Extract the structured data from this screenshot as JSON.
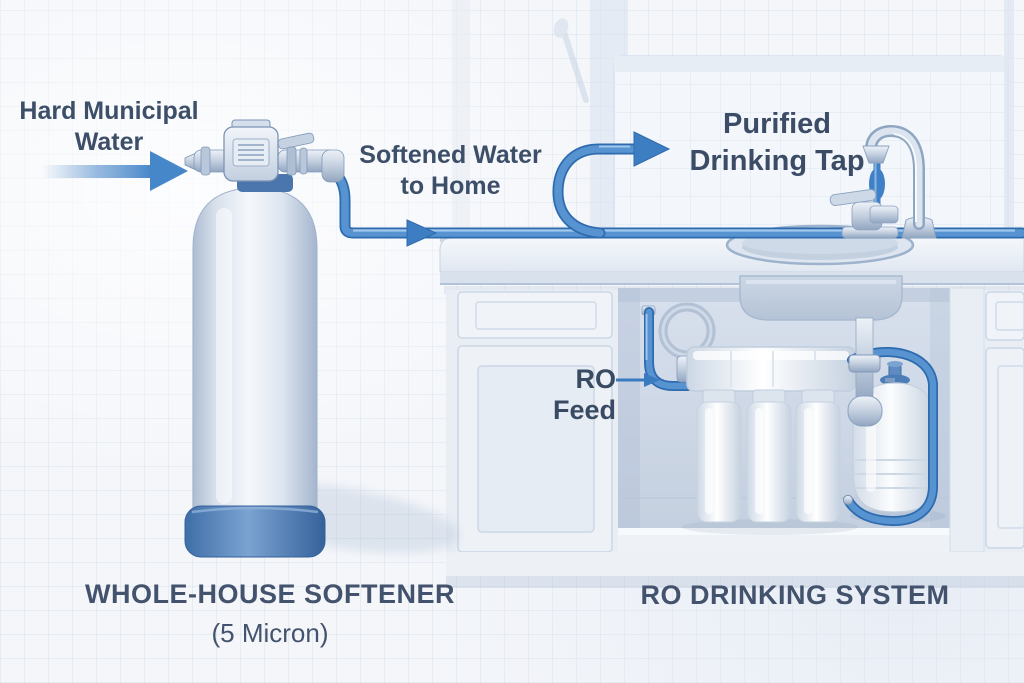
{
  "diagram": {
    "labels": {
      "hard_water": "Hard Municipal\nWater",
      "softened_water": "Softened Water\nto Home",
      "purified_tap": "Purified\nDrinking Tap",
      "ro_feed": "RO Feed",
      "softener_caption": "WHOLE-HOUSE SOFTENER",
      "softener_subcaption": "(5 Micron)",
      "ro_caption": "RO DRINKING SYSTEM"
    },
    "colors": {
      "pipe": "#5793d1",
      "pipe_outline": "#2e6bae",
      "arrow": "#4384c6",
      "water_stream": "#3f80c6",
      "label_text": "#3d4e68",
      "caption_text": "#44536d",
      "tank_base": "#4a7ab3",
      "background": "#f4f6fa",
      "grid_line": "#d9e3f0"
    },
    "components": [
      {
        "name": "hard-water-feed-arrow"
      },
      {
        "name": "softener-tank"
      },
      {
        "name": "softener-control-valve"
      },
      {
        "name": "softened-water-pipe"
      },
      {
        "name": "purified-tap-arrow"
      },
      {
        "name": "kitchen-counter"
      },
      {
        "name": "kitchen-sink"
      },
      {
        "name": "main-faucet"
      },
      {
        "name": "drinking-tap-faucet"
      },
      {
        "name": "ro-feed-tube"
      },
      {
        "name": "ro-manifold"
      },
      {
        "name": "ro-filter-stages",
        "count": 3
      },
      {
        "name": "ro-storage-tank"
      },
      {
        "name": "drain-p-trap"
      },
      {
        "name": "base-cabinet"
      }
    ]
  }
}
